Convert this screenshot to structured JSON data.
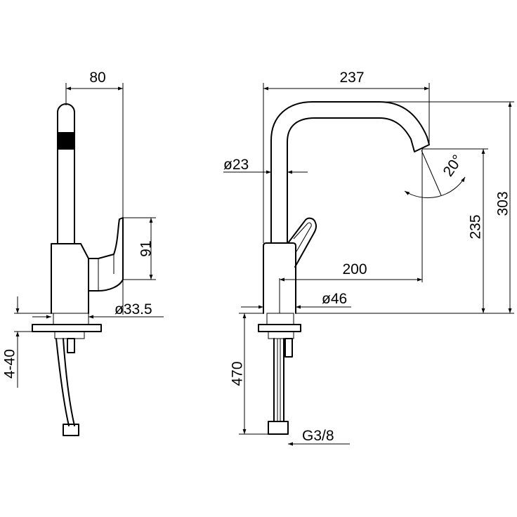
{
  "side_view": {
    "width_label": "80",
    "lever_height_label": "91",
    "base_diameter_label": "ø33.5",
    "deck_thickness_label": "4-40"
  },
  "front_view": {
    "reach_label": "237",
    "spout_diameter_label": "ø23",
    "spout_angle_label": "20°",
    "outlet_height_label": "235",
    "total_height_label": "303",
    "lever_reach_label": "200",
    "body_diameter_label": "ø46",
    "hose_length_label": "470",
    "connection_label": "G3/8"
  }
}
